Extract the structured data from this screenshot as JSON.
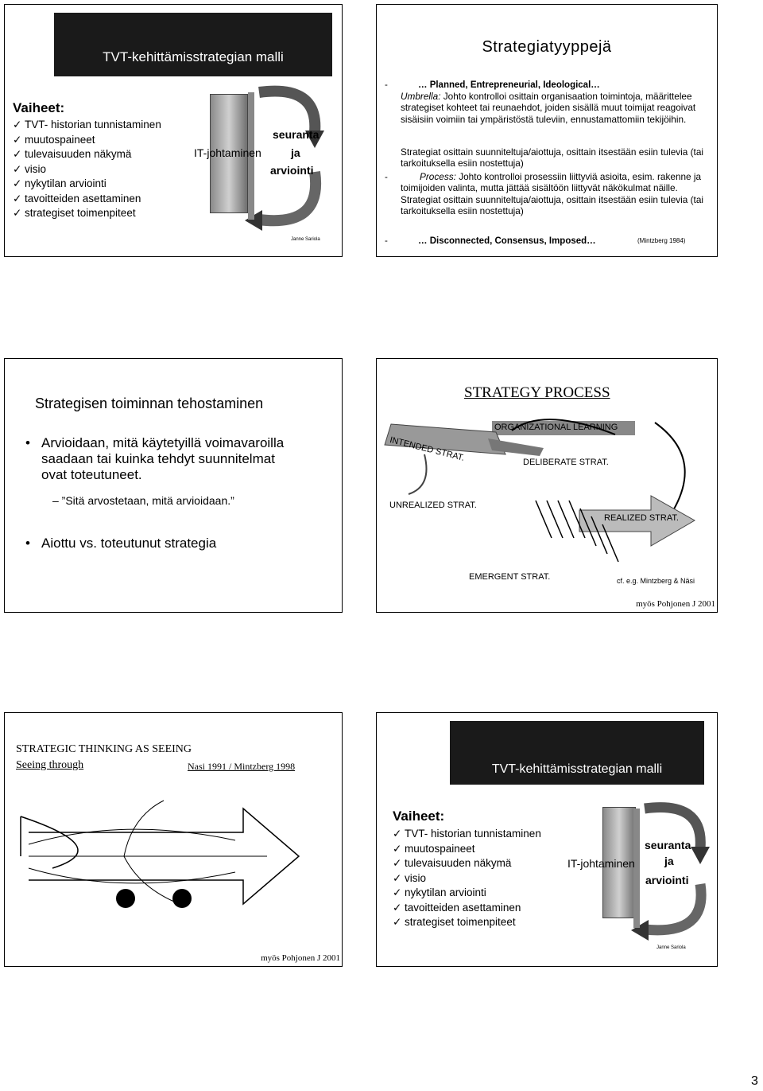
{
  "slide1": {
    "title": "TVT-kehittämisstrategian malli",
    "heading": "Vaiheet:",
    "items": [
      "TVT- historian tunnistaminen",
      "muutospaineet",
      "tulevaisuuden näkymä",
      "visio",
      "nykytilan arviointi",
      "tavoitteiden asettaminen",
      "strategiset toimenpiteet"
    ],
    "it_label": "IT-johtaminen",
    "cycle_line1": "seuranta",
    "cycle_line2": "ja",
    "cycle_line3": "arviointi",
    "author": "Janne Sariola"
  },
  "slide2": {
    "title": "Strategiatyyppejä",
    "dash1": "-",
    "line1": "… Planned, Entrepreneurial, Ideological…",
    "umbrella_label": "Umbrella:",
    "umbrella_text": "Johto kontrolloi osittain organisaation toimintoja, määrittelee strategiset kohteet tai reunaehdot, joiden sisällä muut toimijat reagoivat sisäisiin voimiin tai ympäristöstä tuleviin, ennustamattomiin tekijöihin.",
    "para2": "Strategiat osittain suunniteltuja/aiottuja, osittain itsestään esiin tulevia (tai tarkoituksella esiin nostettuja)",
    "dash2": "-",
    "process_label": "Process:",
    "process_text": "Johto kontrolloi prosessiin liittyviä asioita, esim. rakenne ja toimijoiden valinta, mutta jättää sisältöön liittyvät näkökulmat näille. Strategiat osittain suunniteltuja/aiottuja, osittain itsestään esiin tulevia (tai tarkoituksella esiin nostettuja)",
    "dash3": "-",
    "line_last": "… Disconnected, Consensus, Imposed…",
    "citation": "(Mintzberg 1984)"
  },
  "slide3": {
    "title": "Strategisen toiminnan tehostaminen",
    "bullet1": "Arvioidaan, mitä käytetyillä voimavaroilla saadaan tai kuinka tehdyt suunnitelmat ovat toteutuneet.",
    "sub1": "– ”Sitä arvostetaan, mitä arvioidaan.”",
    "bullet2": "Aiottu vs. toteutunut strategia"
  },
  "slide4": {
    "title": "STRATEGY PROCESS",
    "org_learning": "ORGANIZATIONAL LEARNING",
    "intended": "INTENDED STRAT.",
    "deliberate": "DELIBERATE STRAT.",
    "unrealized": "UNREALIZED STRAT.",
    "realized": "REALIZED STRAT.",
    "emergent": "EMERGENT STRAT.",
    "cf": "cf. e.g. Mintzberg & Näsi",
    "source": "myös Pohjonen J 2001"
  },
  "slide5": {
    "title1": "STRATEGIC THINKING AS SEEING",
    "title2": "Seeing through",
    "citation": "Nasi 1991 / Mintzberg 1998",
    "source": "myös Pohjonen J 2001"
  },
  "slide6": {
    "title": "TVT-kehittämisstrategian malli",
    "heading": "Vaiheet:",
    "items": [
      "TVT- historian tunnistaminen",
      "muutospaineet",
      "tulevaisuuden näkymä",
      "visio",
      "nykytilan arviointi",
      "tavoitteiden asettaminen",
      "strategiset toimenpiteet"
    ],
    "it_label": "IT-johtaminen",
    "cycle_line1": "seuranta",
    "cycle_line2": "ja",
    "cycle_line3": "arviointi",
    "author": "Janne Sariola"
  },
  "page_number": "3"
}
